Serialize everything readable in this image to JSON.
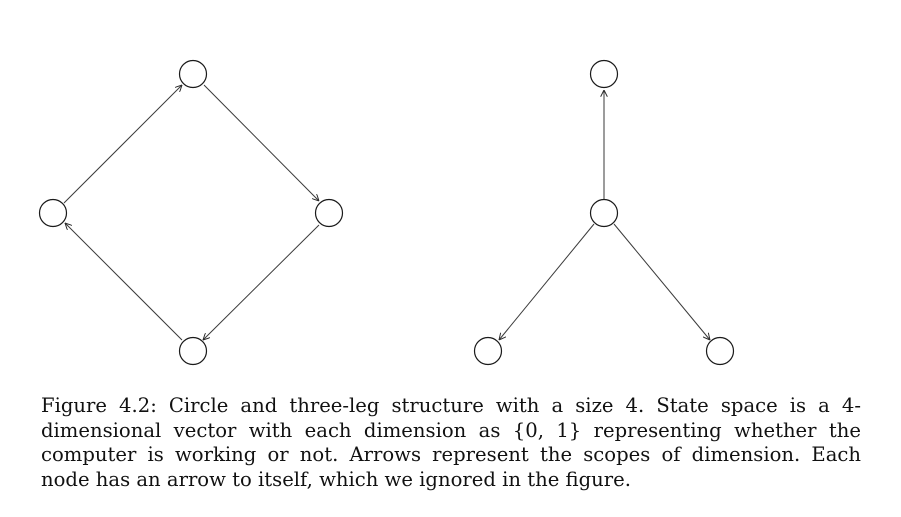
{
  "figure": {
    "caption": "Figure 4.2: Circle and three-leg structure with a size 4. State space is a 4-dimensional vector with each dimension as {0, 1} representing whether the computer is working or not. Arrows represent the scopes of dimension. Each node has an arrow to itself, which we ignored in the figure.",
    "diagrams": [
      {
        "name": "circle",
        "nodes": [
          "top",
          "left",
          "right",
          "bottom"
        ],
        "edges": [
          {
            "from": "left",
            "to": "top"
          },
          {
            "from": "top",
            "to": "right"
          },
          {
            "from": "right",
            "to": "bottom"
          },
          {
            "from": "bottom",
            "to": "left"
          }
        ]
      },
      {
        "name": "three-leg",
        "nodes": [
          "center",
          "top",
          "bottom-left",
          "bottom-right"
        ],
        "edges": [
          {
            "from": "center",
            "to": "top"
          },
          {
            "from": "center",
            "to": "bottom-left"
          },
          {
            "from": "center",
            "to": "bottom-right"
          }
        ]
      }
    ]
  }
}
